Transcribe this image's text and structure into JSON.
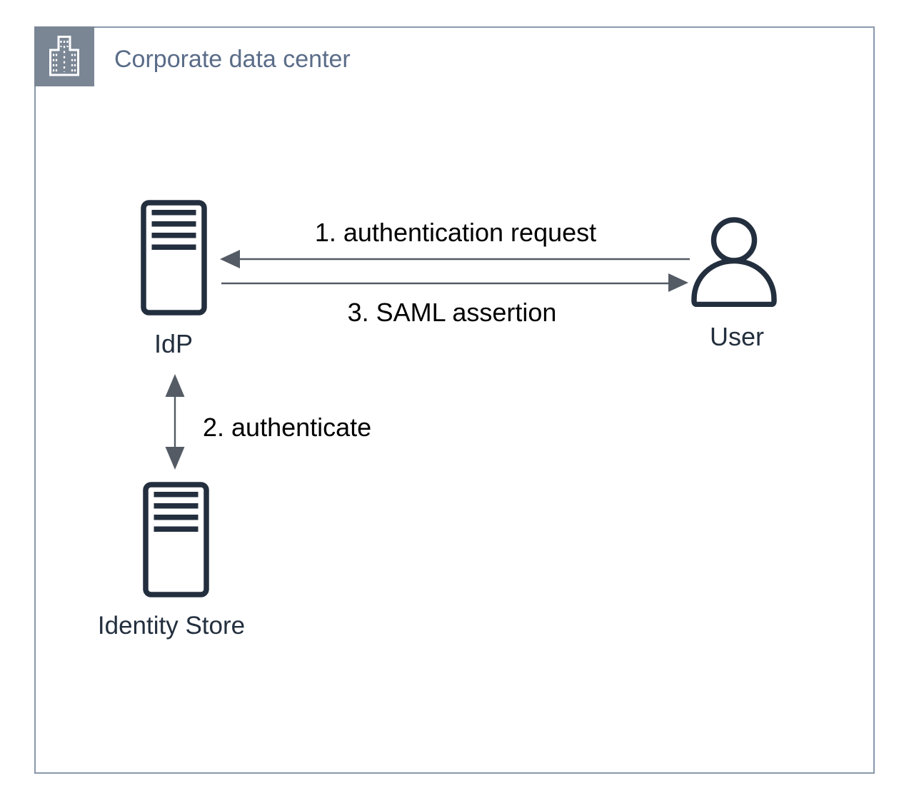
{
  "group": {
    "title": "Corporate data center",
    "icon": "building-icon"
  },
  "nodes": [
    {
      "id": "idp",
      "label": "IdP",
      "icon": "server-icon"
    },
    {
      "id": "user",
      "label": "User",
      "icon": "user-icon"
    },
    {
      "id": "identity_store",
      "label": "Identity Store",
      "icon": "server-icon"
    }
  ],
  "edges": [
    {
      "id": "auth_request",
      "label": "1. authentication request",
      "from": "user",
      "to": "idp",
      "direction": "left"
    },
    {
      "id": "authenticate",
      "label": "2. authenticate",
      "from": "idp",
      "to": "identity_store",
      "direction": "both"
    },
    {
      "id": "saml_assertion",
      "label": "3. SAML assertion",
      "from": "idp",
      "to": "user",
      "direction": "right"
    }
  ],
  "colors": {
    "node_ink": "#232f3e",
    "arrow_gray": "#545b64",
    "group_border": "#8a99ac",
    "group_icon_bg": "#7b8695",
    "group_title_text": "#5a6c88",
    "edge_label_text": "#000000",
    "background": "#ffffff"
  }
}
